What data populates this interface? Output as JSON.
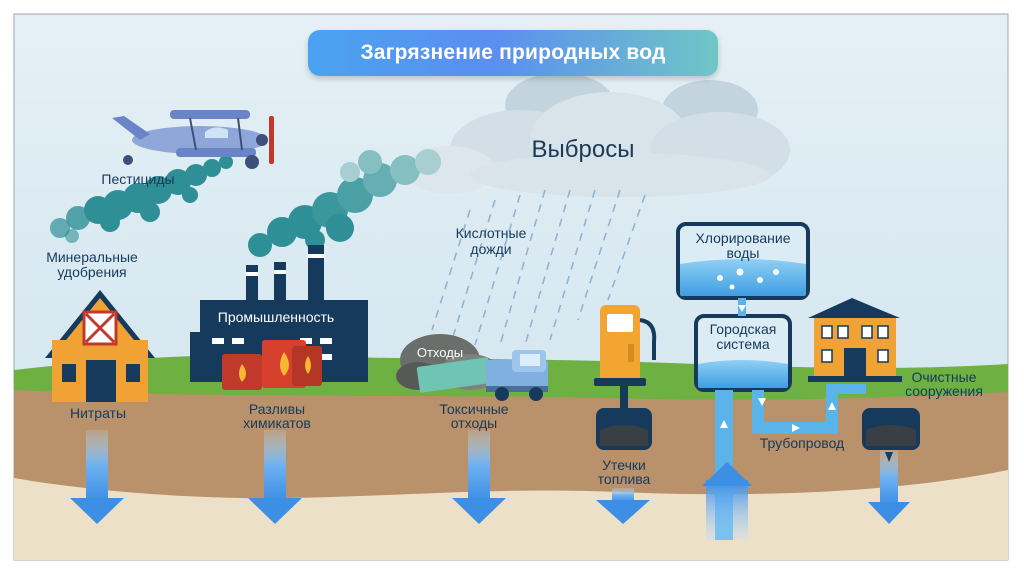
{
  "title": "Загрязнение природных вод",
  "labels": {
    "emissions": "Выбросы",
    "pesticides": "Пестициды",
    "acid_rain_1": "Кислотные",
    "acid_rain_2": "дожди",
    "fertilizers_1": "Минеральные",
    "fertilizers_2": "удобрения",
    "industry": "Промышленность",
    "waste": "Отходы",
    "chlorination_1": "Хлорирование",
    "chlorination_2": "воды",
    "city_system_1": "Городская",
    "city_system_2": "система",
    "treatment_1": "Очистные",
    "treatment_2": "сооружения",
    "nitrates": "Нитраты",
    "spills_1": "Разливы",
    "spills_2": "химикатов",
    "toxic_1": "Токсичные",
    "toxic_2": "отходы",
    "pipeline": "Трубопровод",
    "fuel_leaks_1": "Утечки",
    "fuel_leaks_2": "топлива"
  },
  "colors": {
    "sky": "#d3e6f0",
    "grass": "#6fb042",
    "soil": "#b9916a",
    "deep_soil": "#ede0c9",
    "arrow": "#3d8fe6",
    "box_border": "#163a5c",
    "water": "#5ab4ea",
    "smoke": "#2f8f96"
  }
}
